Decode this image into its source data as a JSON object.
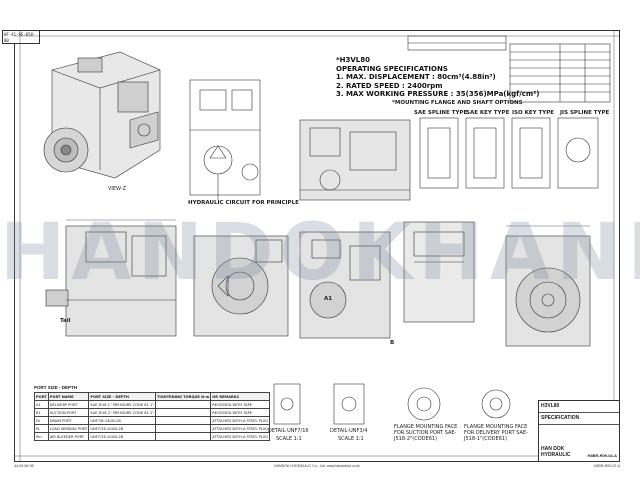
{
  "doc_stamp": "HF-41-9E-058-00",
  "watermark": "HANDOKHAND",
  "specs": {
    "model": "*H3VL80",
    "heading": "OPERATING SPECIFICATIONS",
    "line1": "1. MAX. DISPLACEMENT : 80cm³(4.88in³)",
    "line2": "2. RATED SPEED : 2400rpm",
    "line3": "3. MAX WORKING PRESSURE : 35(356)MPa(kgf/cm²)"
  },
  "mounting": {
    "heading": "*MOUNTING FLANGE AND SHAFT OPTIONS",
    "sae_spline": "SAE SPLINE TYPE",
    "sae_key": "SAE KEY TYPE",
    "iso_key": "ISO KEY TYPE",
    "jis_spline": "JIS SPLINE TYPE"
  },
  "captions": {
    "view_z": "VIEW-Z",
    "hydraulic_circuit": "HYDRAULIC CIRCUIT FOR PRINCIPLE",
    "detail_u": "DETAIL-UNF7/16",
    "detail_u2": "DETAIL-UNF3/4",
    "flange_suction": "FLANGE MOUNTING FACE FOR SUCTION PORT SAE-J518-2\"(CODE61)",
    "flange_delivery": "FLANGE MOUNTING FACE FOR DELIVERY PORT SAE-J518-1\"(CODE61)",
    "scale": "SCALE 1:1",
    "tail": "Tail",
    "a1": "A1",
    "b": "B"
  },
  "port_table": {
    "title": "PORT SIZE - DEPTH",
    "headers": [
      "PORT",
      "PORT NAME",
      "PORT SIZE - DEPTH",
      "TIGHTENING TORQUE N·m",
      "OR REMARKS"
    ],
    "rows": [
      [
        "A1",
        "DELIVERY PORT",
        "SAE J518 1\" PRESSURE CODE 61 1\"",
        "",
        "RECESSED WITH TAPE"
      ],
      [
        "B1",
        "SUCTION PORT",
        "SAE J518 2\" PRESSURE CODE 61 2\"",
        "",
        "RECESSED WITH TAPE"
      ],
      [
        "Dr",
        "DRAIN PORT",
        "UNF7/8-14UN-2B",
        "",
        "ATTACHED WITH A STEEL PLUG"
      ],
      [
        "PL",
        "LOAD SENSING PORT",
        "UNF7/16-20UN-2B",
        "",
        "ATTACHED WITH A STEEL PLUG"
      ],
      [
        "Pm",
        "AIR BLEEDER PORT",
        "UNF7/16-20UN-2B",
        "",
        "ATTACHED WITH A STEEL PLUG"
      ]
    ]
  },
  "title_block": {
    "model": "H3VL80",
    "doc": "SPECIFICATION",
    "company_line1": "HAN DOK",
    "company_line2": "HYDRAULIC",
    "number": "H3BR-R09-02-A"
  },
  "footer": {
    "left": "44-00-06-05",
    "center": "HANDOK HYDRAULIC Co., Ltd. www.handokhd.co.kr",
    "right": "H3BR-R09-02-A"
  }
}
